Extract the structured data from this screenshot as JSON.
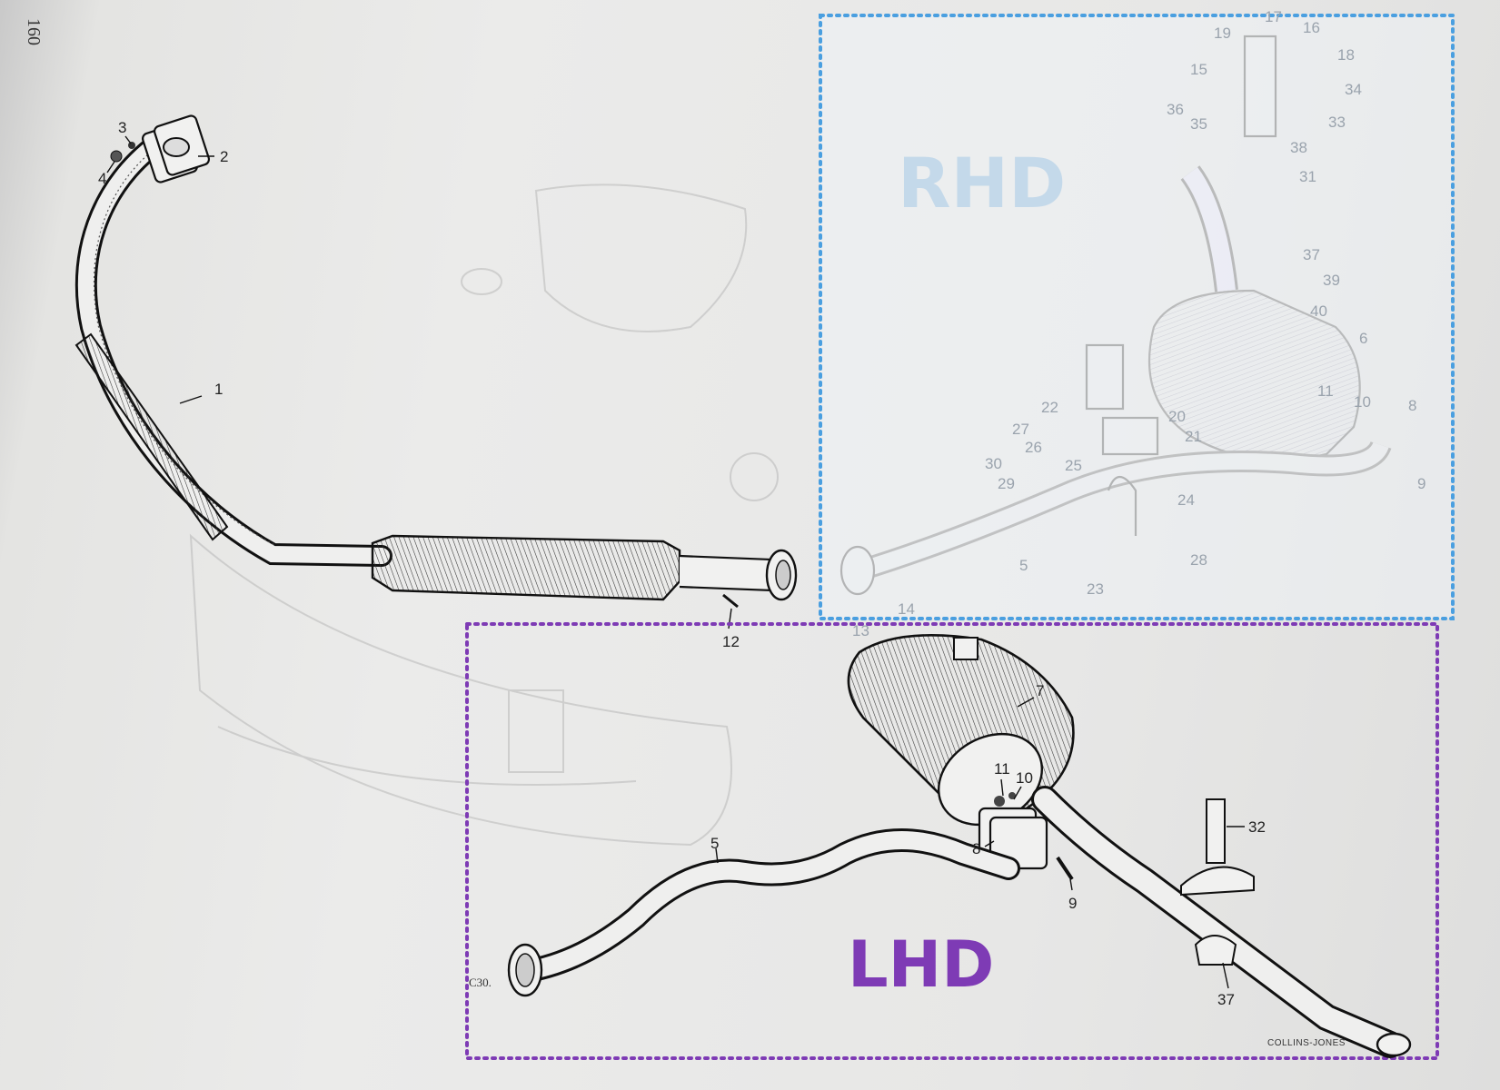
{
  "page_number": "160",
  "regions": {
    "rhd": {
      "label": "RHD",
      "color": "#4a9fe0"
    },
    "lhd": {
      "label": "LHD",
      "color": "#7e3bb5"
    }
  },
  "figure_code": "C30.",
  "artist_credit": "COLLINS-JONES",
  "callouts": {
    "front_pipe": [
      "1",
      "2",
      "3",
      "4",
      "12"
    ],
    "rhd": [
      "5",
      "6",
      "8",
      "9",
      "10",
      "11",
      "13",
      "14",
      "15",
      "16",
      "17",
      "18",
      "19",
      "20",
      "21",
      "22",
      "23",
      "24",
      "25",
      "26",
      "27",
      "28",
      "29",
      "30",
      "31",
      "33",
      "34",
      "35",
      "36",
      "37",
      "38",
      "39",
      "40"
    ],
    "lhd": [
      "5",
      "7",
      "8",
      "9",
      "10",
      "11",
      "32",
      "37"
    ]
  }
}
